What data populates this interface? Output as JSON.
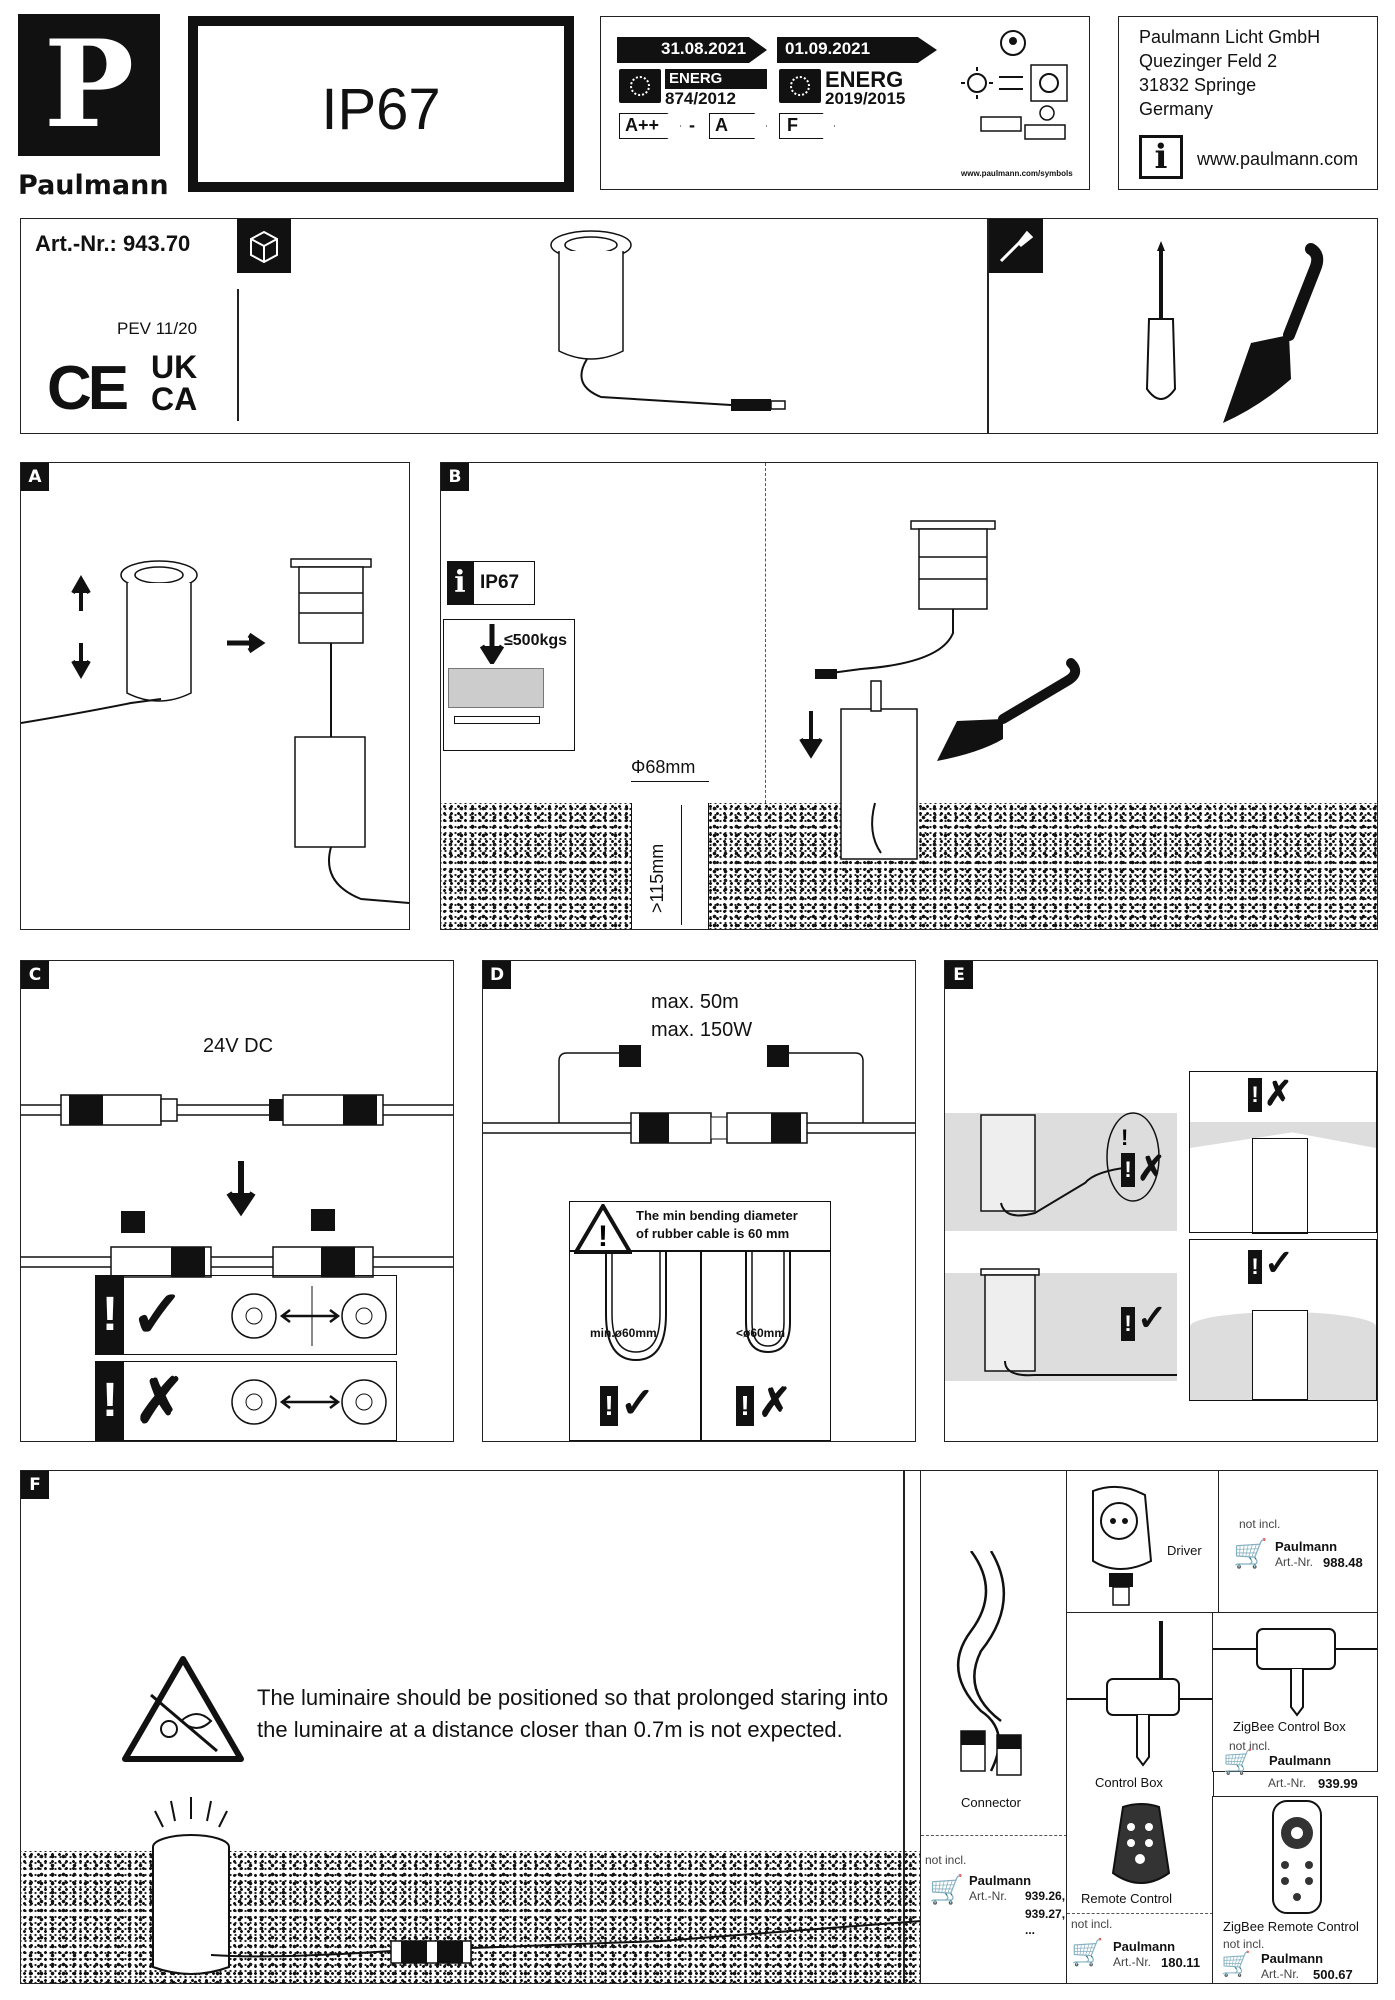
{
  "header": {
    "brand": "Paulmann",
    "logo_letter": "P",
    "ip_rating": "IP67",
    "energy": {
      "date_old": "31.08.2021",
      "date_new": "01.09.2021",
      "energy_word_old": "ENERG",
      "energy_word_new": "ENERG",
      "reg_old": "874/2012",
      "reg_new": "2019/2015",
      "class_old_from": "A++",
      "class_dash": "-",
      "class_old_to": "A",
      "class_new": "F",
      "symbols_url": "www.paulmann.com/symbols"
    },
    "company": {
      "name": "Paulmann Licht GmbH",
      "street": "Quezinger Feld 2",
      "city": "31832 Springe",
      "country": "Germany",
      "website": "www.paulmann.com"
    }
  },
  "product": {
    "art_nr_label": "Art.-Nr.: 943.70",
    "pev": "PEV 11/20",
    "ce": "CE",
    "ukca_top": "UK",
    "ukca_bottom": "CA"
  },
  "steps": {
    "A": {
      "label": "A"
    },
    "B": {
      "label": "B",
      "ip": "IP67",
      "load": "≤500kgs",
      "diameter": "Φ68mm",
      "depth": ">115mm"
    },
    "C": {
      "label": "C",
      "voltage": "24V DC"
    },
    "D": {
      "label": "D",
      "max_length": "max. 50m",
      "max_power": "max. 150W",
      "warning_line1": "The min bending diameter",
      "warning_line2": "of rubber cable is 60 mm",
      "min_label": "min.ø60mm",
      "lt_label": "<ø60mm"
    },
    "E": {
      "label": "E"
    },
    "F": {
      "label": "F",
      "warning_line1": "The luminaire should be positioned so that prolonged staring into",
      "warning_line2": "the luminaire at a distance closer than 0.7m is not expected."
    }
  },
  "accessories": {
    "not_incl": "not incl.",
    "brand": "Paulmann",
    "art_prefix": "Art.-Nr.",
    "driver": {
      "name": "Driver",
      "art": "988.48"
    },
    "connector": {
      "name": "Connector",
      "art_line1": "939.26,",
      "art_line2": "939.27,",
      "art_line3": "..."
    },
    "control_box": {
      "name": "Control Box"
    },
    "remote_control": {
      "name": "Remote Control",
      "art": "180.11"
    },
    "zigbee_box": {
      "name": "ZigBee Control Box",
      "art": "939.99"
    },
    "zigbee_remote": {
      "name": "ZigBee Remote Control",
      "art": "500.67"
    }
  }
}
